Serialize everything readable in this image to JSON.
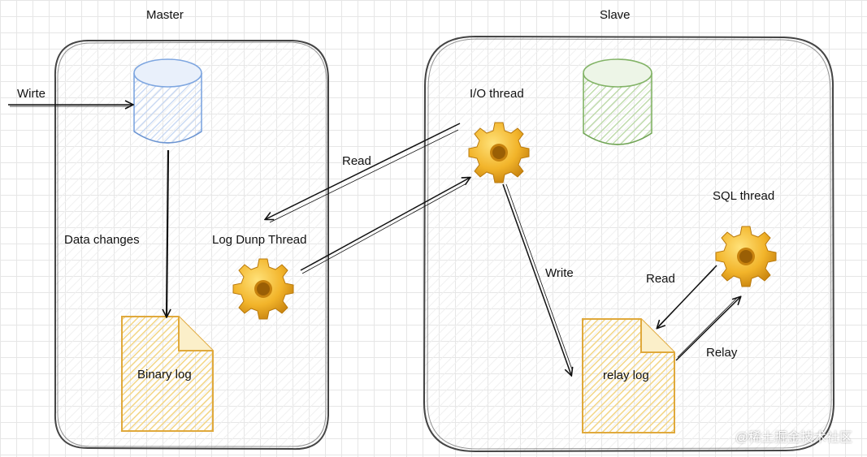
{
  "master": {
    "title": "Master"
  },
  "slave": {
    "title": "Slave"
  },
  "labels": {
    "write_in": "Wirte",
    "data_changes": "Data changes",
    "log_dump_thread": "Log Dunp Thread",
    "read_master": "Read",
    "io_thread": "I/O thread",
    "write_slave": "Write",
    "sql_thread": "SQL thread",
    "read_slave": "Read",
    "relay": "Relay"
  },
  "files": {
    "binary_log": "Binary log",
    "relay_log": "relay log"
  },
  "watermark": "@稀土掘金技术社区",
  "colors": {
    "master_db": "#7ea6e0",
    "slave_db": "#82b366",
    "log_file_fill": "#f5dc9a",
    "log_file_stroke": "#e0a93c",
    "gear": "#f0a81c"
  },
  "icons": [
    "database-icon",
    "gear-icon",
    "file-icon"
  ]
}
